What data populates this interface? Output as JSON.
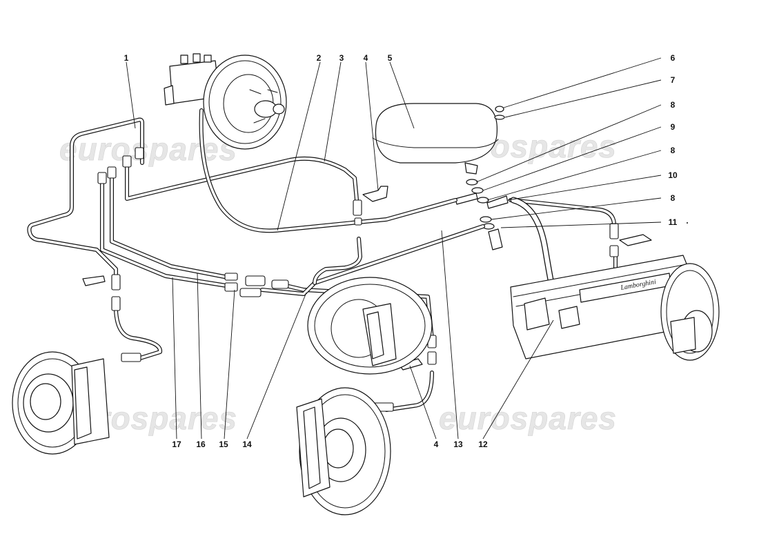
{
  "watermark": "eurospares",
  "callouts": [
    {
      "id": "c1",
      "label": "1"
    },
    {
      "id": "c2",
      "label": "2"
    },
    {
      "id": "c3",
      "label": "3"
    },
    {
      "id": "c4a",
      "label": "4"
    },
    {
      "id": "c5",
      "label": "5"
    },
    {
      "id": "c6",
      "label": "6"
    },
    {
      "id": "c7",
      "label": "7"
    },
    {
      "id": "c8a",
      "label": "8"
    },
    {
      "id": "c9",
      "label": "9"
    },
    {
      "id": "c8b",
      "label": "8"
    },
    {
      "id": "c10",
      "label": "10"
    },
    {
      "id": "c8c",
      "label": "8"
    },
    {
      "id": "c11",
      "label": "11"
    },
    {
      "id": "c12",
      "label": "12"
    },
    {
      "id": "c13",
      "label": "13"
    },
    {
      "id": "c4b",
      "label": "4"
    },
    {
      "id": "c14",
      "label": "14"
    },
    {
      "id": "c15",
      "label": "15"
    },
    {
      "id": "c16",
      "label": "16"
    },
    {
      "id": "c17",
      "label": "17"
    }
  ],
  "colors": {
    "line": "#111111",
    "background": "#ffffff",
    "watermark": "#e6e6e6"
  }
}
